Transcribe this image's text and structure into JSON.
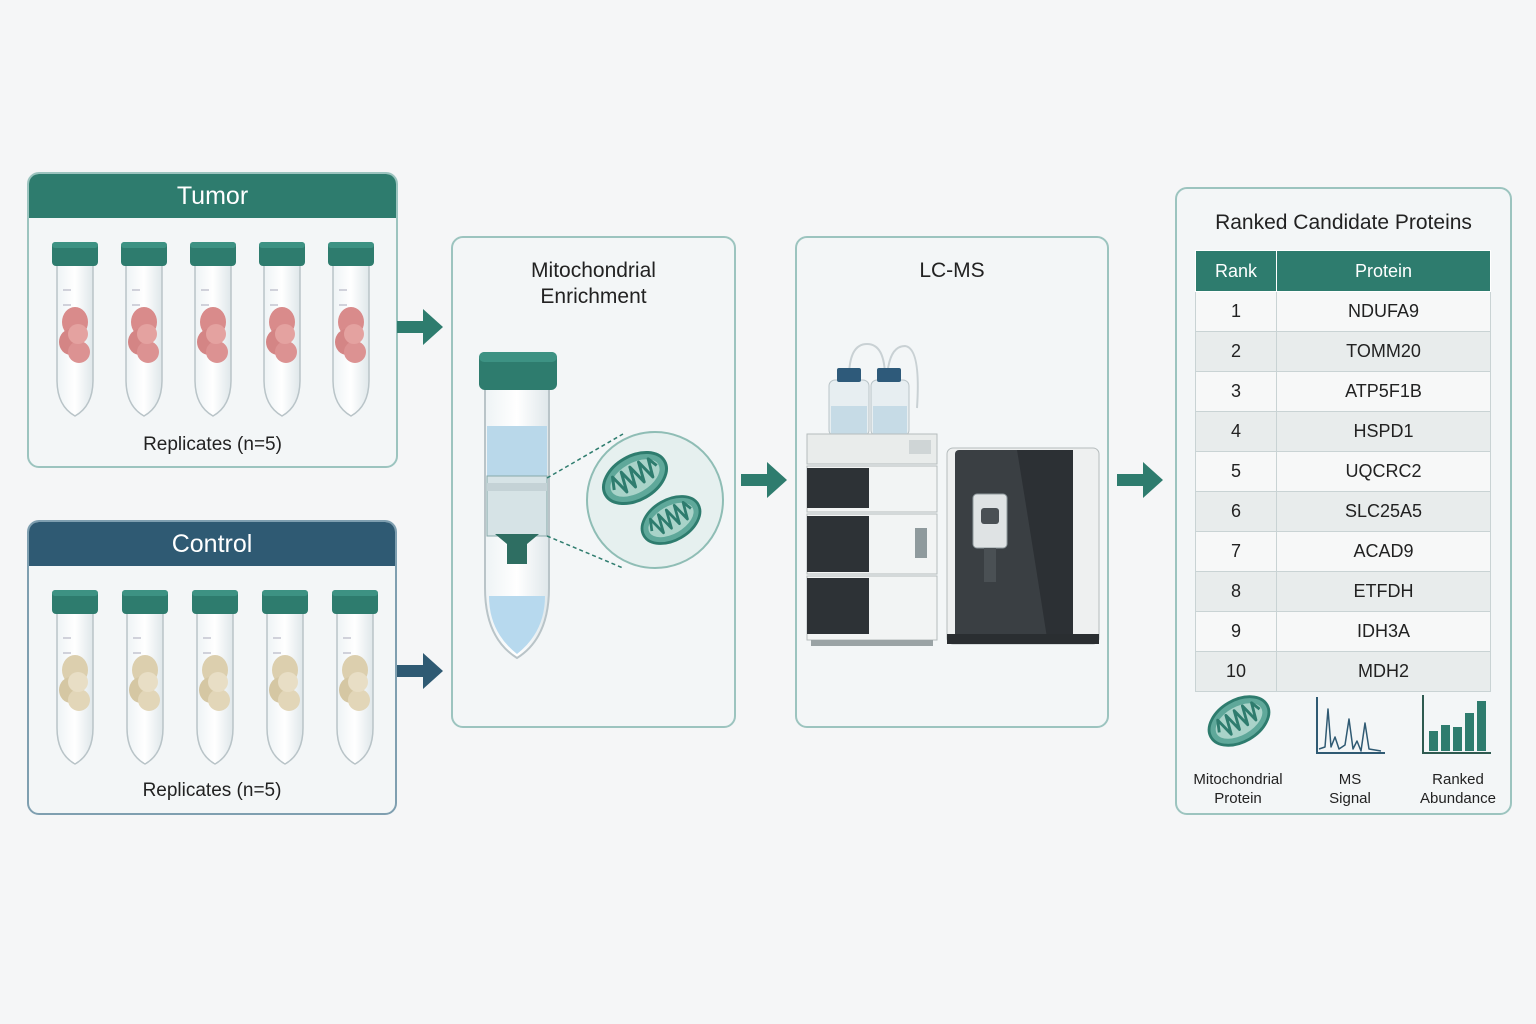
{
  "groups": {
    "tumor": {
      "title": "Tumor",
      "caption": "Replicates (n=5)",
      "tissue_color": "#d98b8b"
    },
    "control": {
      "title": "Control",
      "caption": "Replicates (n=5)",
      "tissue_color": "#dccfae"
    }
  },
  "steps": {
    "enrichment": {
      "title_line1": "Mitochondrial",
      "title_line2": "Enrichment"
    },
    "lcms": {
      "title": "LC-MS"
    }
  },
  "ranking": {
    "title": "Ranked Candidate Proteins",
    "columns": [
      "Rank",
      "Protein"
    ],
    "rows": [
      [
        "1",
        "NDUFA9"
      ],
      [
        "2",
        "TOMM20"
      ],
      [
        "3",
        "ATP5F1B"
      ],
      [
        "4",
        "HSPD1"
      ],
      [
        "5",
        "UQCRC2"
      ],
      [
        "6",
        "SLC25A5"
      ],
      [
        "7",
        "ACAD9"
      ],
      [
        "8",
        "ETFDH"
      ],
      [
        "9",
        "IDH3A"
      ],
      [
        "10",
        "MDH2"
      ]
    ],
    "legend": [
      {
        "icon": "mitochondrion-icon",
        "line1": "Mitochondrial",
        "line2": "Protein"
      },
      {
        "icon": "ms-signal-icon",
        "line1": "MS",
        "line2": "Signal"
      },
      {
        "icon": "bar-chart-icon",
        "line1": "Ranked",
        "line2": "Abundance"
      }
    ]
  },
  "colors": {
    "teal": "#2e7c6e",
    "navy": "#2f5a73",
    "panel_border": "#9cc4bf"
  }
}
